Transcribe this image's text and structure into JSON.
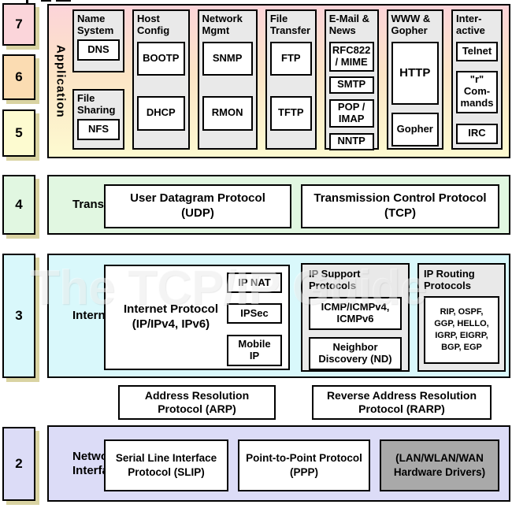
{
  "watermark": "The TCP/IP Guide",
  "rail": {
    "numbers": [
      "7",
      "6",
      "5",
      "4",
      "3",
      "2"
    ]
  },
  "app": {
    "label": "Application",
    "groups": [
      {
        "title": "Name\nSystem",
        "items": [
          "DNS"
        ]
      },
      {
        "title": "File\nSharing",
        "items": [
          "NFS"
        ]
      },
      {
        "title": "Host\nConfig",
        "items": [
          "BOOTP",
          "DHCP"
        ]
      },
      {
        "title": "Network\nMgmt",
        "items": [
          "SNMP",
          "RMON"
        ]
      },
      {
        "title": "File\nTransfer",
        "items": [
          "FTP",
          "TFTP"
        ]
      },
      {
        "title": "E-Mail &\nNews",
        "items": [
          "RFC822\n/ MIME",
          "SMTP",
          "POP /\nIMAP",
          "NNTP"
        ]
      },
      {
        "title": "WWW &\nGopher",
        "items": [
          "HTTP",
          "Gopher"
        ]
      },
      {
        "title": "Inter-\nactive",
        "items": [
          "Telnet",
          "\"r\"\nCom-\nmands",
          "IRC"
        ]
      }
    ]
  },
  "transport": {
    "label": "Transport",
    "boxes": [
      "User Datagram Protocol\n(UDP)",
      "Transmission Control Protocol\n(TCP)"
    ]
  },
  "internet": {
    "label": "Internet",
    "ip": {
      "title": "Internet Protocol\n(IP/IPv4, IPv6)",
      "items": [
        "IP NAT",
        "IPSec",
        "Mobile\nIP"
      ]
    },
    "support": {
      "title": "IP Support\nProtocols",
      "items": [
        "ICMP/ICMPv4,\nICMPv6",
        "Neighbor\nDiscovery (ND)"
      ]
    },
    "routing": {
      "title": "IP Routing\nProtocols",
      "items": [
        "RIP, OSPF,\nGGP, HELLO,\nIGRP, EIGRP,\nBGP, EGP"
      ]
    }
  },
  "arp_row": [
    "Address Resolution\nProtocol (ARP)",
    "Reverse Address Resolution\nProtocol (RARP)"
  ],
  "network": {
    "label": "Network\nInterface",
    "boxes": [
      "Serial Line Interface\nProtocol (SLIP)",
      "Point-to-Point Protocol\n(PPP)",
      "(LAN/WLAN/WAN\nHardware Drivers)"
    ]
  },
  "colors": {
    "layer7_pink": "#fbd5da",
    "layer6_peach": "#fbdcb2",
    "layer5_yellow": "#fdfbd0",
    "transport_green": "#e1f7e1",
    "internet_cyan": "#d9f8fb",
    "network_lavender": "#dcdcf7",
    "protocol_group_gray": "#e9e9e9",
    "hardware_gray": "#a9a9a9",
    "shadow_tan": "#d9d3a2",
    "border_black": "#000000"
  }
}
